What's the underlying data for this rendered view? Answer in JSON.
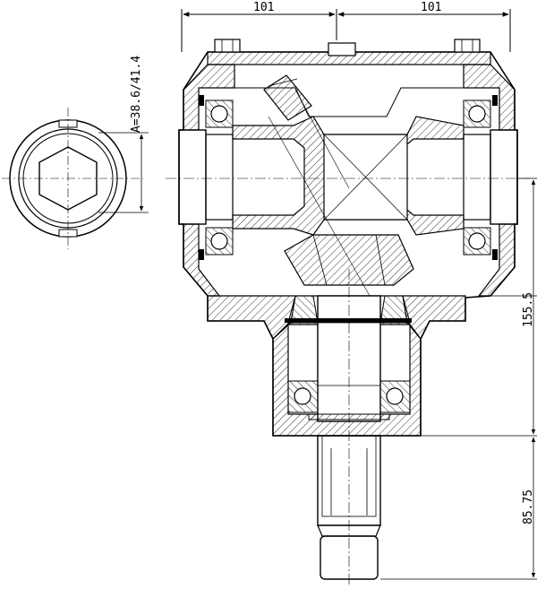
{
  "drawing": {
    "dimensions": {
      "top_left_width": "101",
      "top_right_width": "101",
      "shaft_diameter_note": "A=38.6/41.4",
      "vertical_height": "155.5",
      "output_shaft_length": "85.75"
    },
    "colors": {
      "line": "#000000",
      "hatch": "#000000",
      "background": "#ffffff"
    }
  }
}
